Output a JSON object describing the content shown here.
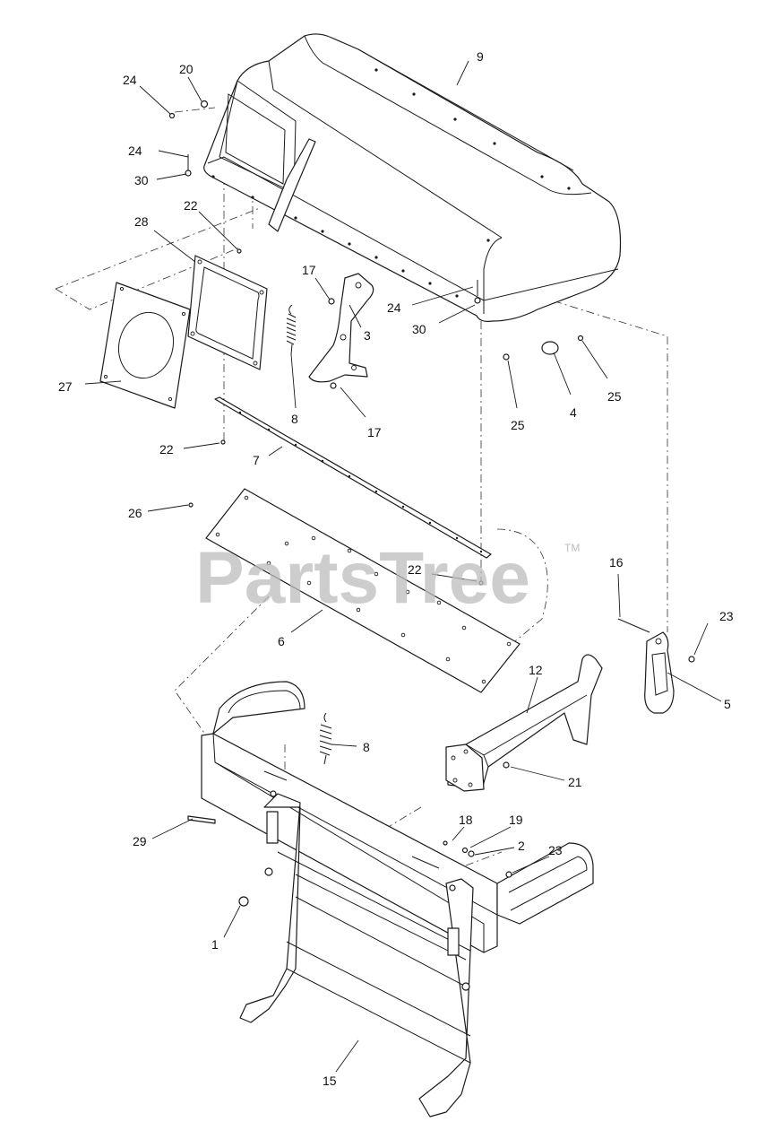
{
  "watermark": {
    "text": "PartsTree",
    "trademark": "TM"
  },
  "callouts": {
    "c1": "1",
    "c2": "2",
    "c3": "3",
    "c4": "4",
    "c5": "5",
    "c6": "6",
    "c7": "7",
    "c8a": "8",
    "c8b": "8",
    "c9": "9",
    "c12": "12",
    "c15": "15",
    "c16": "16",
    "c17a": "17",
    "c17b": "17",
    "c18": "18",
    "c19": "19",
    "c20": "20",
    "c21": "21",
    "c22a": "22",
    "c22b": "22",
    "c22c": "22",
    "c23a": "23",
    "c23b": "23",
    "c24a": "24",
    "c24b": "24",
    "c24c": "24",
    "c25a": "25",
    "c25b": "25",
    "c26": "26",
    "c27": "27",
    "c28": "28",
    "c29": "29",
    "c30a": "30",
    "c30b": "30"
  }
}
